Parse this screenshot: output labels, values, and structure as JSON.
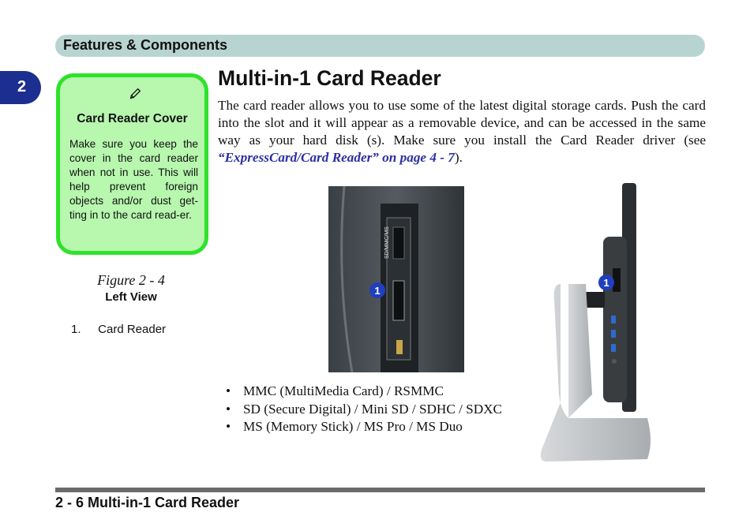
{
  "header": {
    "section_title": "Features & Components"
  },
  "chapter_tab": {
    "number": "2"
  },
  "sidebar_note": {
    "title": "Card Reader Cover",
    "text": "Make sure you keep the cover in the card reader when not in use. This will help prevent foreign objects and/or dust get-ting in to the card read-er."
  },
  "figure": {
    "label": "Figure 2 - 4",
    "caption": "Left View",
    "legend": [
      {
        "num": "1.",
        "label": "Card Reader"
      }
    ],
    "callout": "1",
    "slot_label": "SD/MMC/MS"
  },
  "main": {
    "title": "Multi-in-1 Card Reader",
    "para_before": "The card reader allows you to use some of the latest digital storage cards. Push the card into the slot and it will appear as a removable device, and can be accessed in the same way as your hard disk (s). Make sure you install the Card Reader driver (see ",
    "xref": "“ExpressCard/Card Reader” on page 4 - 7",
    "para_after": ").",
    "bullets": [
      "MMC (MultiMedia Card) / RSMMC",
      "SD (Secure Digital) / Mini SD / SDHC / SDXC",
      "MS (Memory Stick) / MS Pro / MS Duo"
    ],
    "bullet_glyph": "•"
  },
  "footer": {
    "page_ref": "2  -  6  Multi-in-1 Card Reader"
  },
  "colors": {
    "tab": "#1c2e8f",
    "note_border": "#2ee22a",
    "note_fill": "#b7f7ae",
    "header": "#b8d4d0",
    "callout": "#1f3fbf"
  }
}
